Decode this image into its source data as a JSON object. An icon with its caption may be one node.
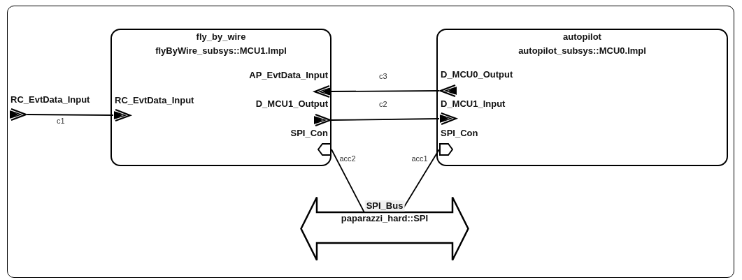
{
  "diagram": {
    "nodes": [
      {
        "text": [],
        "shape": "box"
      },
      {
        "text": [
          "fly_by_wire",
          "flyByWire_subsys::MCU1.Impl"
        ],
        "in": 0
      },
      {
        "text": [
          "autopilot",
          "autopilot_subsys::MCU0.Impl"
        ],
        "in": 0
      },
      {
        "text": [
          "SPI_Bus",
          "paparazzi_hard::SPI"
        ],
        "in": 0
      },
      {
        "text": [
          "RC_EvtData_Input"
        ],
        "in": 0
      },
      {
        "text": [
          "RC_EvtData_Input"
        ],
        "in": 1
      },
      {
        "text": [
          "AP_EvtData_Input"
        ],
        "in": 1
      },
      {
        "text": [
          "D_MCU1_Output"
        ],
        "in": 1
      },
      {
        "text": [
          "SPI_Con"
        ],
        "in": 1
      },
      {
        "text": [
          "D_MCU0_Output"
        ],
        "in": 2
      },
      {
        "text": [
          "D_MCU1_Input"
        ],
        "in": 2
      },
      {
        "text": [
          "SPI_Con"
        ],
        "in": 2
      }
    ],
    "edges": [
      {
        "from": 4,
        "to": 5,
        "arrow": "to",
        "label": "c1"
      },
      {
        "from": 9,
        "to": 6,
        "arrow": "to",
        "label": "c3"
      },
      {
        "from": 7,
        "to": 10,
        "arrow": "to",
        "label": "c2"
      },
      {
        "from": 8,
        "to": 3,
        "arrow": "none",
        "label": "acc2"
      },
      {
        "from": 11,
        "to": 3,
        "arrow": "none",
        "label": "acc1"
      }
    ]
  }
}
